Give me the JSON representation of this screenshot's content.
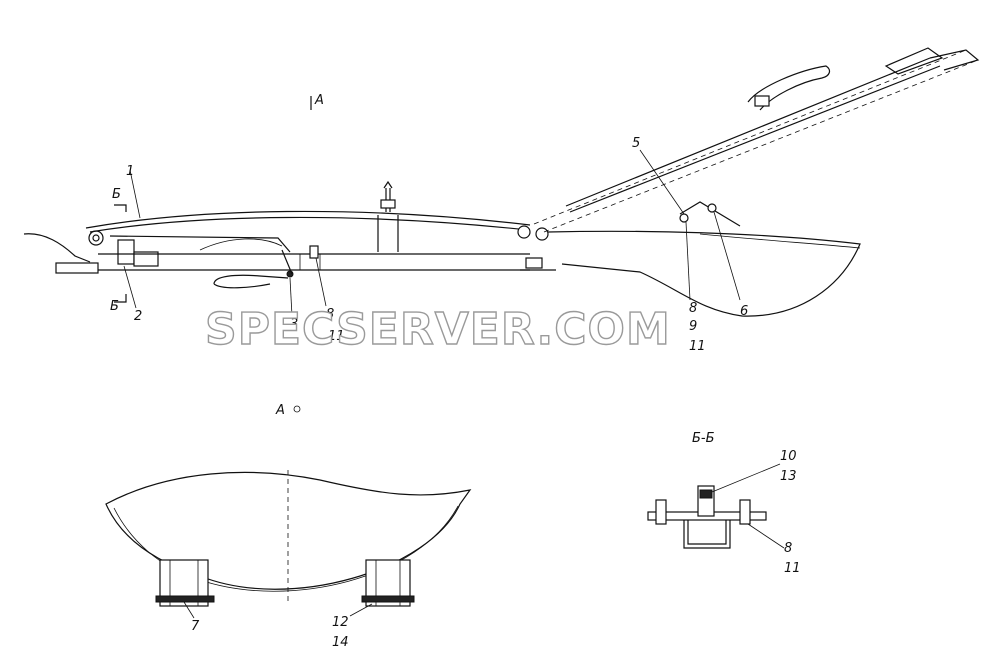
{
  "watermark": "SPECSERVER.COM",
  "view_labels": {
    "view_a_arrow": "A",
    "view_a_title": "A",
    "section_mark_top": "Б",
    "section_mark_bottom": "Б",
    "section_title": "Б-Б"
  },
  "callouts": {
    "c1": "1",
    "c2": "2",
    "c3": "3",
    "c8_left": "8",
    "c11_left": "11",
    "c5": "5",
    "c8_mid": "8",
    "c9_mid": "9",
    "c11_mid": "11",
    "c6": "6",
    "c7": "7",
    "c12": "12",
    "c14": "14",
    "c10": "10",
    "c13": "13",
    "c8_sec": "8",
    "c11_sec": "11"
  },
  "colors": {
    "line": "#111111",
    "watermark_stroke": "#9a9a9a",
    "background": "#ffffff"
  }
}
